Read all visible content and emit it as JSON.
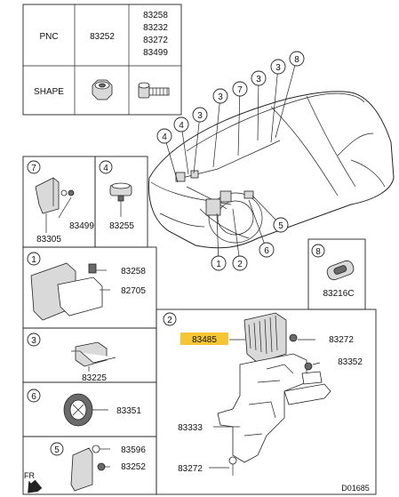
{
  "pnc_table": {
    "header_pnc": "PNC",
    "header_shape": "SHAPE",
    "col1_pnc": "83252",
    "col2_pncs": [
      "83258",
      "83232",
      "83272",
      "83499"
    ]
  },
  "callouts": {
    "c1": "1",
    "c2": "2",
    "c3": "3",
    "c4": "4",
    "c5": "5",
    "c6": "6",
    "c7": "7",
    "c8": "8"
  },
  "panels": {
    "p7": {
      "num": "7",
      "parts": [
        "83499",
        "83305"
      ]
    },
    "p4": {
      "num": "4",
      "parts": [
        "83255"
      ]
    },
    "p8": {
      "num": "8",
      "parts": [
        "83216C"
      ]
    },
    "p1": {
      "num": "1",
      "parts": [
        "83258",
        "82705"
      ]
    },
    "p3": {
      "num": "3",
      "parts": [
        "83225"
      ]
    },
    "p6": {
      "num": "6",
      "parts": [
        "83351"
      ]
    },
    "p5": {
      "num": "5",
      "parts": [
        "83596",
        "83252"
      ]
    },
    "p2": {
      "num": "2",
      "parts": [
        "83485",
        "83272",
        "83352",
        "83333",
        "83272"
      ],
      "highlight": "83485",
      "highlight_color": "#f5c533"
    }
  },
  "fr_label": "FR",
  "diagram_code": "D01685",
  "colors": {
    "line": "#222222",
    "highlight": "#f5c533"
  }
}
